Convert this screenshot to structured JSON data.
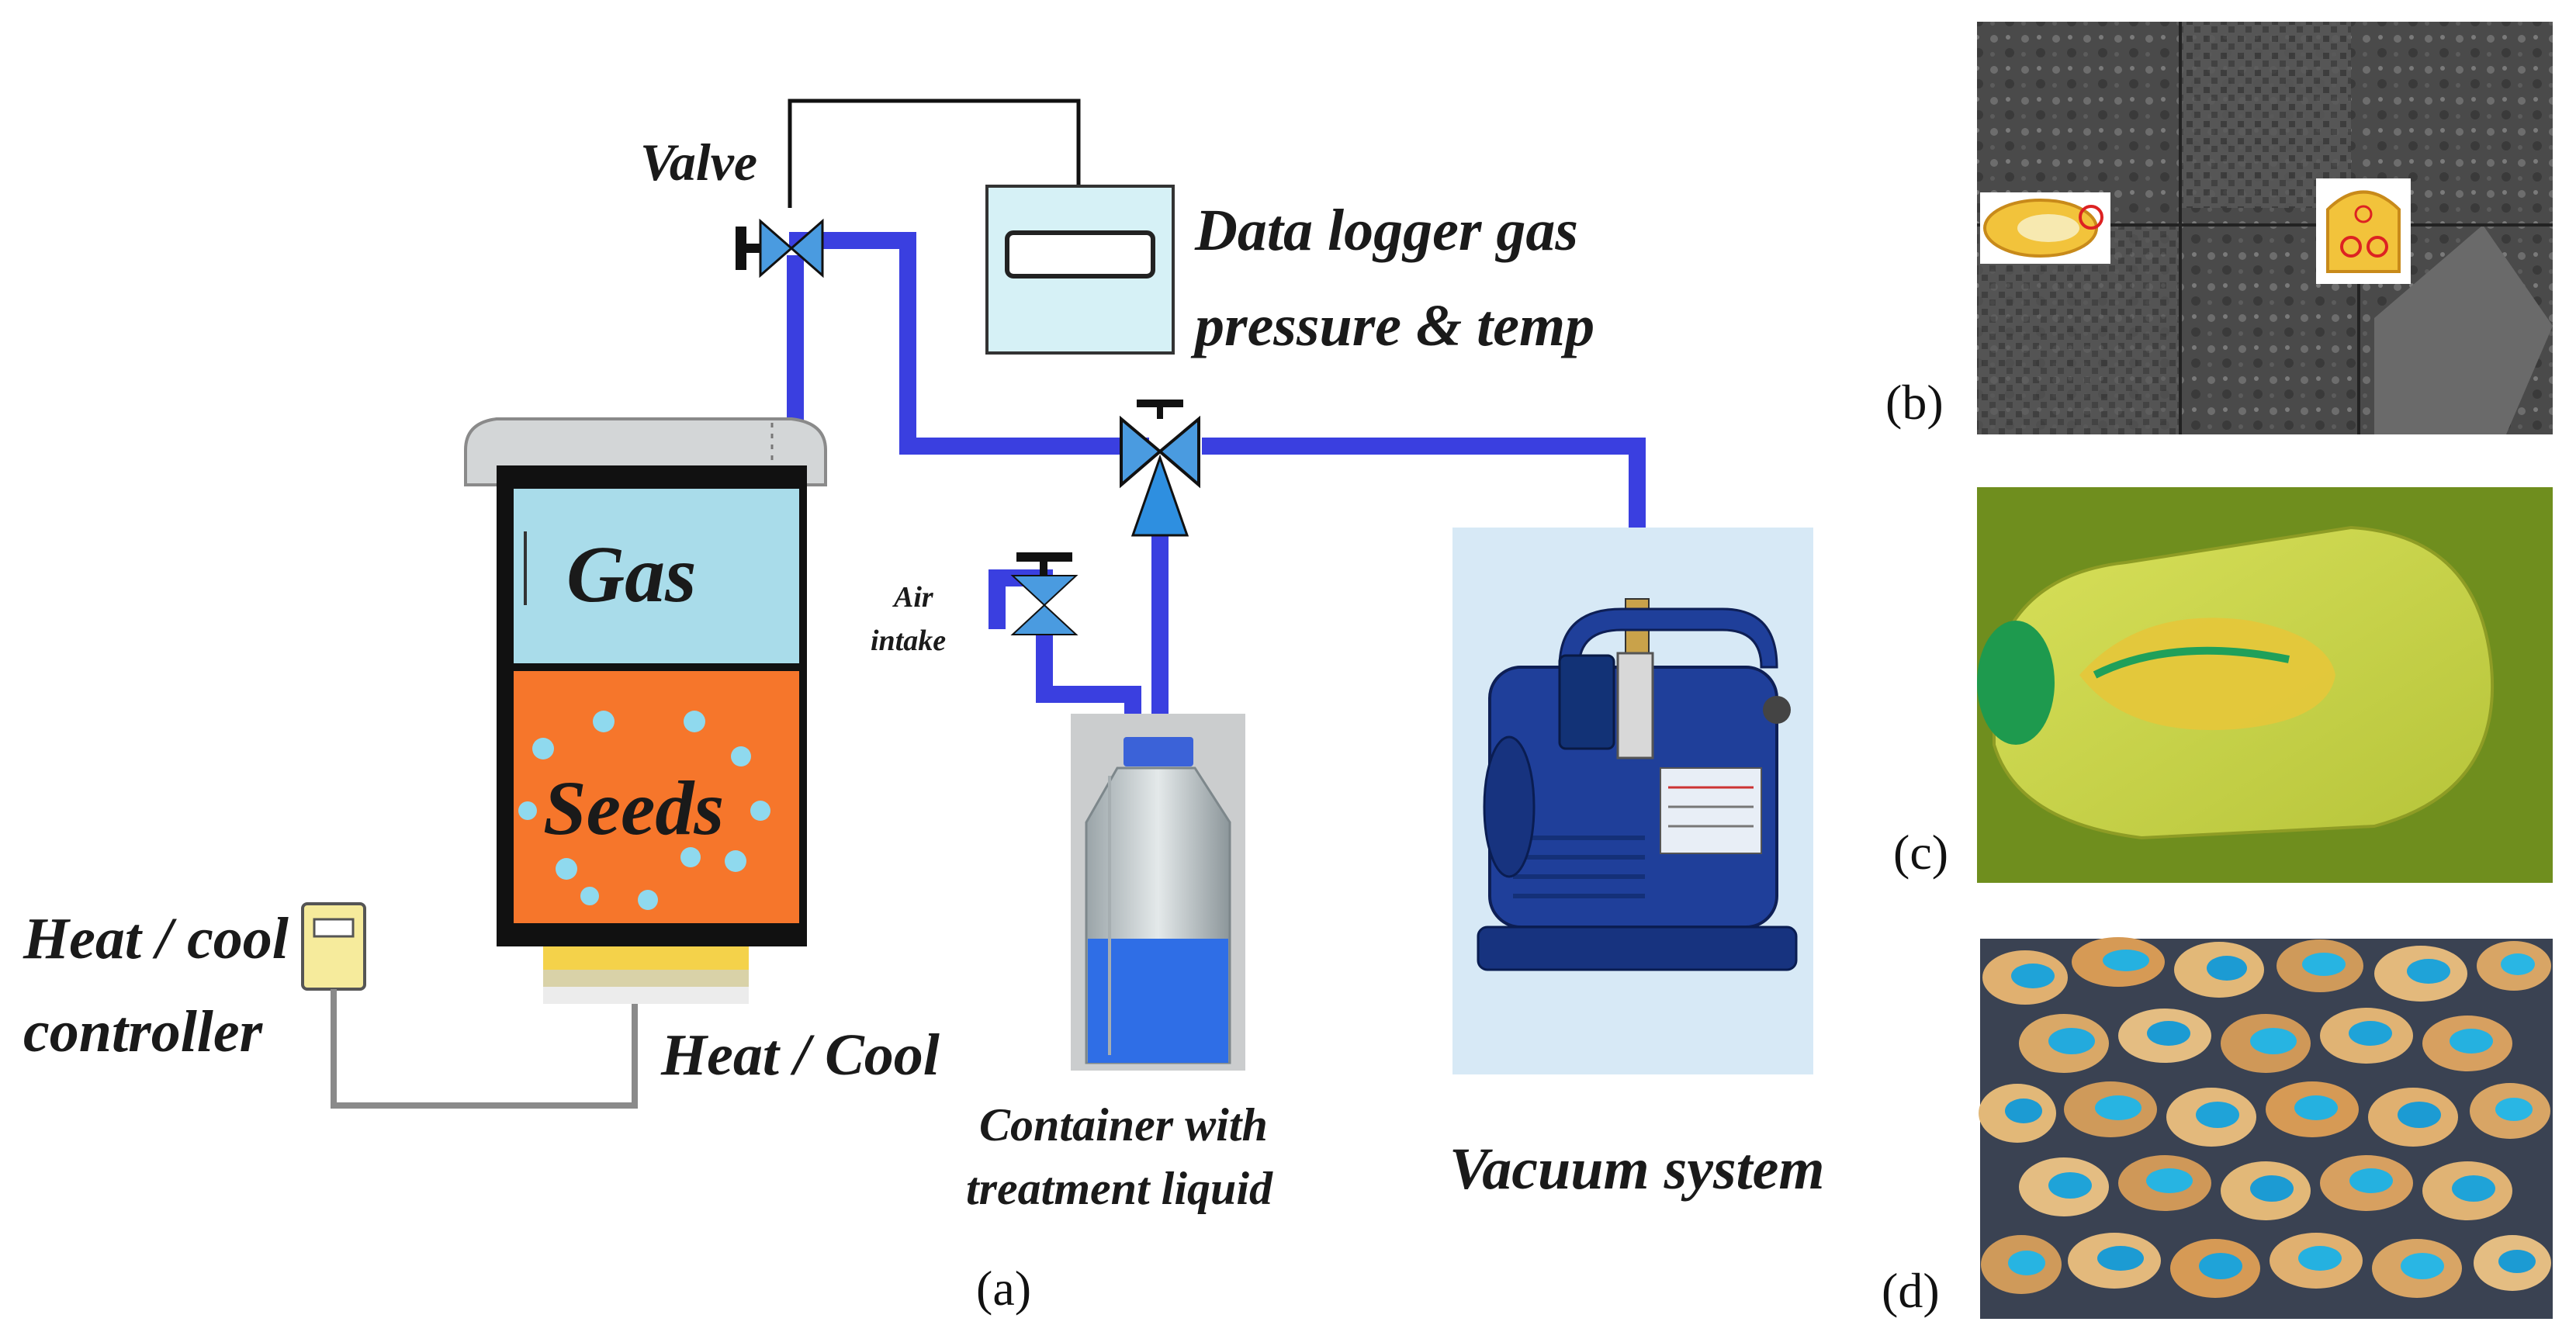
{
  "labels": {
    "valve": "Valve",
    "data_logger_line1": "Data logger gas",
    "data_logger_line2": "pressure & temp",
    "gas": "Gas",
    "seeds": "Seeds",
    "air_intake_line1": "Air",
    "air_intake_line2": "intake",
    "heat_cool_controller_line1": "Heat / cool",
    "heat_cool_controller_line2": "controller",
    "heat_cool": "Heat / Cool",
    "container_line1": "Container with",
    "container_line2": "treatment liquid",
    "vacuum_system": "Vacuum system"
  },
  "captions": {
    "a": "(a)",
    "b": "(b)",
    "c": "(c)",
    "d": "(d)"
  },
  "colors": {
    "pipe": "#3a3fe0",
    "valve": "#4a9be0",
    "gas_fill": "#a9dcea",
    "seeds_fill": "#f6762b",
    "bubble": "#8fd9ee",
    "heater": "#f4d24a",
    "controller": "#f6eb9c",
    "pump": "#1f3f9a"
  }
}
